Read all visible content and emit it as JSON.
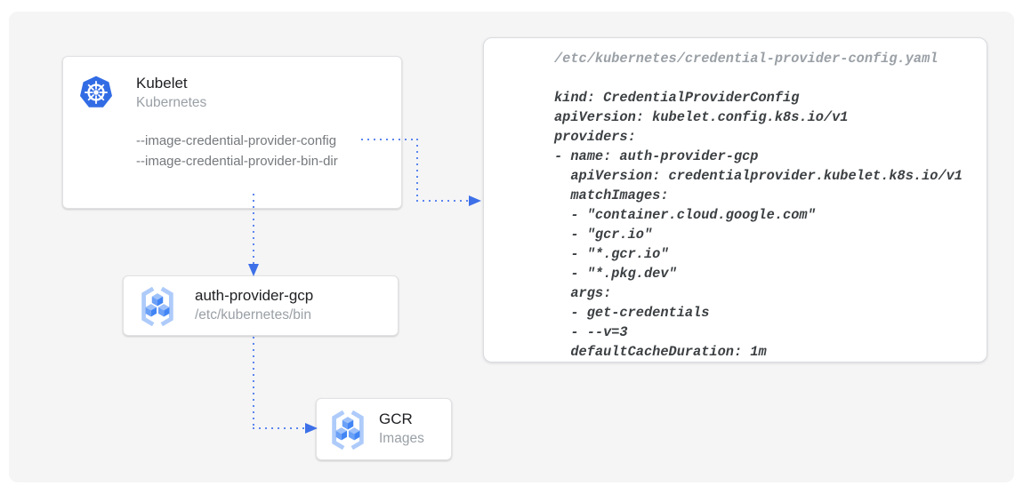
{
  "nodes": {
    "kubelet": {
      "title": "Kubelet",
      "subtitle": "Kubernetes",
      "flags": [
        "--image-credential-provider-config",
        "--image-credential-provider-bin-dir"
      ]
    },
    "auth_provider": {
      "title": "auth-provider-gcp",
      "subtitle": "/etc/kubernetes/bin"
    },
    "gcr": {
      "title": "GCR",
      "subtitle": "Images"
    }
  },
  "code_panel": {
    "filename": "/etc/kubernetes/credential-provider-config.yaml",
    "code_lines": [
      "kind: CredentialProviderConfig",
      "apiVersion: kubelet.config.k8s.io/v1",
      "providers:",
      "- name: auth-provider-gcp",
      "  apiVersion: credentialprovider.kubelet.k8s.io/v1",
      "  matchImages:",
      "  - \"container.cloud.google.com\"",
      "  - \"gcr.io\"",
      "  - \"*.gcr.io\"",
      "  - \"*.pkg.dev\"",
      "  args:",
      "  - get-credentials",
      "  - --v=3",
      "  defaultCacheDuration: 1m"
    ]
  },
  "icons": {
    "kubernetes": "kubernetes-helm-icon",
    "gcr": "gcr-cubes-icon"
  },
  "colors": {
    "arrow_dots": "#5c86ee",
    "arrow_head": "#3d70e8",
    "kubernetes_blue": "#326ce5",
    "cube_blue": "#4285f4",
    "cube_light": "#9ec1fa",
    "bracket_blue": "#aecbfa",
    "panel_background": "#f5f5f6",
    "title_text": "#202124",
    "muted_text": "#9aa0a6",
    "code_text": "#3c4043"
  }
}
